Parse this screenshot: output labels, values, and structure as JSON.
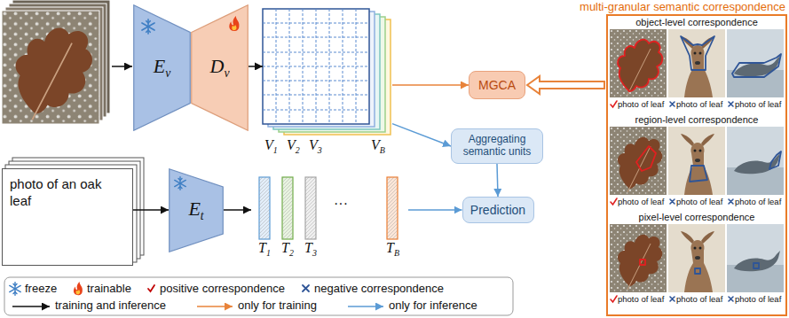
{
  "diagram": {
    "nodes": [
      {
        "text": [
          "Ev"
        ]
      },
      {
        "text": [
          "Dv"
        ]
      },
      {
        "text": [
          "V1",
          "V2",
          "V3",
          "VB"
        ]
      },
      {
        "text": [
          "photo of an oak leaf"
        ]
      },
      {
        "text": [
          "Et"
        ]
      },
      {
        "text": [
          "T1",
          "T2",
          "T3",
          "···",
          "TB"
        ]
      },
      {
        "text": [
          "MGCA"
        ]
      },
      {
        "text": [
          "Aggregating semantic units"
        ]
      },
      {
        "text": [
          "Prediction"
        ]
      },
      {
        "text": [
          "multi-granular semantic correspondence"
        ]
      }
    ],
    "edges": [
      {
        "from": 1,
        "to": 2,
        "arrow": "to"
      },
      {
        "from": 3,
        "to": 4,
        "arrow": "to"
      },
      {
        "from": 4,
        "to": 5,
        "arrow": "to"
      },
      {
        "from": 2,
        "to": 6,
        "arrow": "to"
      },
      {
        "from": 2,
        "to": 7,
        "arrow": "to"
      },
      {
        "from": 7,
        "to": 8,
        "arrow": "to"
      },
      {
        "from": 5,
        "to": 8,
        "arrow": "to"
      },
      {
        "from": 9,
        "to": 6,
        "arrow": "to"
      }
    ],
    "labels": [
      "object-level correspondence",
      "photo of leaf",
      "photo of leaf",
      "photo of leaf",
      "region-level correspondence",
      "photo of leaf",
      "photo of leaf",
      "photo of leaf",
      "pixel-level correspondence",
      "photo of leaf",
      "photo of leaf",
      "photo of leaf"
    ],
    "legend": [
      {
        "text": "freeze"
      },
      {
        "text": "trainable"
      },
      {
        "text": "positive correspondence"
      },
      {
        "text": "negative correspondence"
      },
      {
        "text": "training and inference"
      },
      {
        "text": "only for training"
      },
      {
        "text": "only for inference"
      }
    ]
  }
}
